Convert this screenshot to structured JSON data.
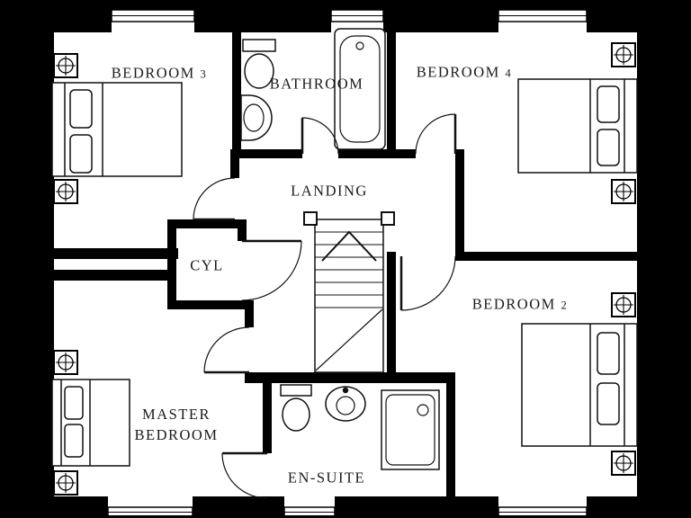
{
  "palette": {
    "background": "#000000",
    "floor": "#ffffff",
    "walls": "#000000",
    "linework": "#111111",
    "label_color": "#1b1b1b"
  },
  "rooms": {
    "bedroom3": {
      "name": "BEDROOM",
      "number": "3"
    },
    "bathroom": {
      "name": "BATHROOM"
    },
    "bedroom4": {
      "name": "BEDROOM",
      "number": "4"
    },
    "landing": {
      "name": "LANDING"
    },
    "cyl": {
      "name": "CYL"
    },
    "bedroom2": {
      "name": "BEDROOM",
      "number": "2"
    },
    "master_bedroom": {
      "line1": "MASTER",
      "line2": "BEDROOM"
    },
    "ensuite": {
      "name": "EN-SUITE"
    }
  },
  "fixtures": {
    "bathroom": [
      "toilet",
      "wash-basin",
      "bathtub"
    ],
    "en_suite": [
      "toilet",
      "wash-basin",
      "shower"
    ],
    "bedroom3": [
      "double-bed",
      "window-vent"
    ],
    "bedroom4": [
      "double-bed",
      "window-vent"
    ],
    "bedroom2": [
      "double-bed",
      "window-vent"
    ],
    "master_bedroom": [
      "double-bed",
      "window-vent"
    ],
    "landing": [
      "staircase"
    ]
  }
}
